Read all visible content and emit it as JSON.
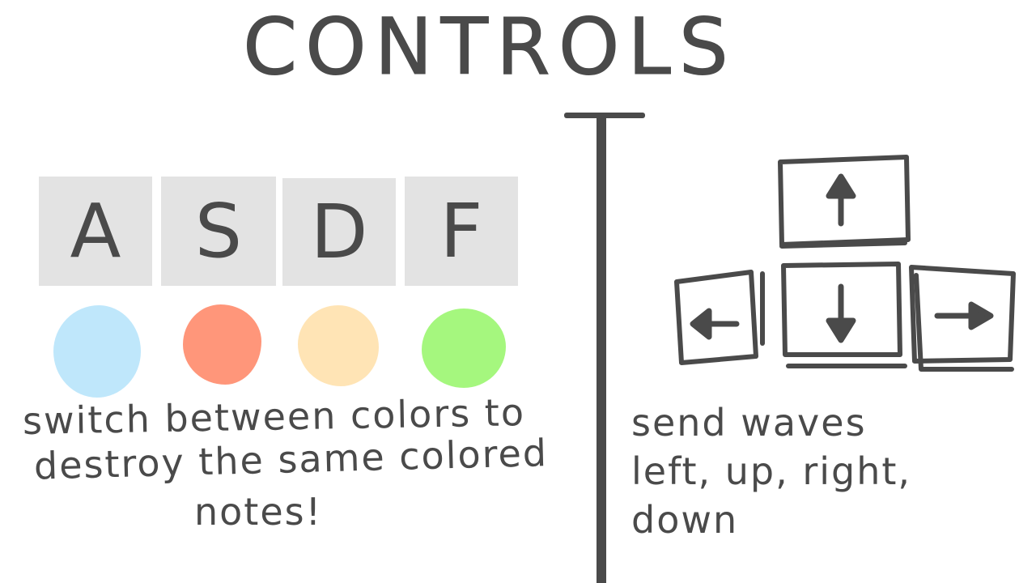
{
  "title": "CONTROLS",
  "color_keys": [
    {
      "letter": "A",
      "color": "#bfe7fb"
    },
    {
      "letter": "S",
      "color": "#ff967a"
    },
    {
      "letter": "D",
      "color": "#ffe4b5"
    },
    {
      "letter": "F",
      "color": "#a5f77e"
    }
  ],
  "left_description": {
    "line1": "switch between colors to",
    "line2": "destroy  the same colored",
    "line3": "notes!"
  },
  "right_description": {
    "line1": "send waves",
    "line2": "left, up, right, down"
  },
  "arrow_keys": [
    "up-arrow-icon",
    "left-arrow-icon",
    "down-arrow-icon",
    "right-arrow-icon"
  ],
  "colors": {
    "ink": "#4a4a4a",
    "key_bg": "#e3e3e3",
    "background": "#ffffff"
  }
}
